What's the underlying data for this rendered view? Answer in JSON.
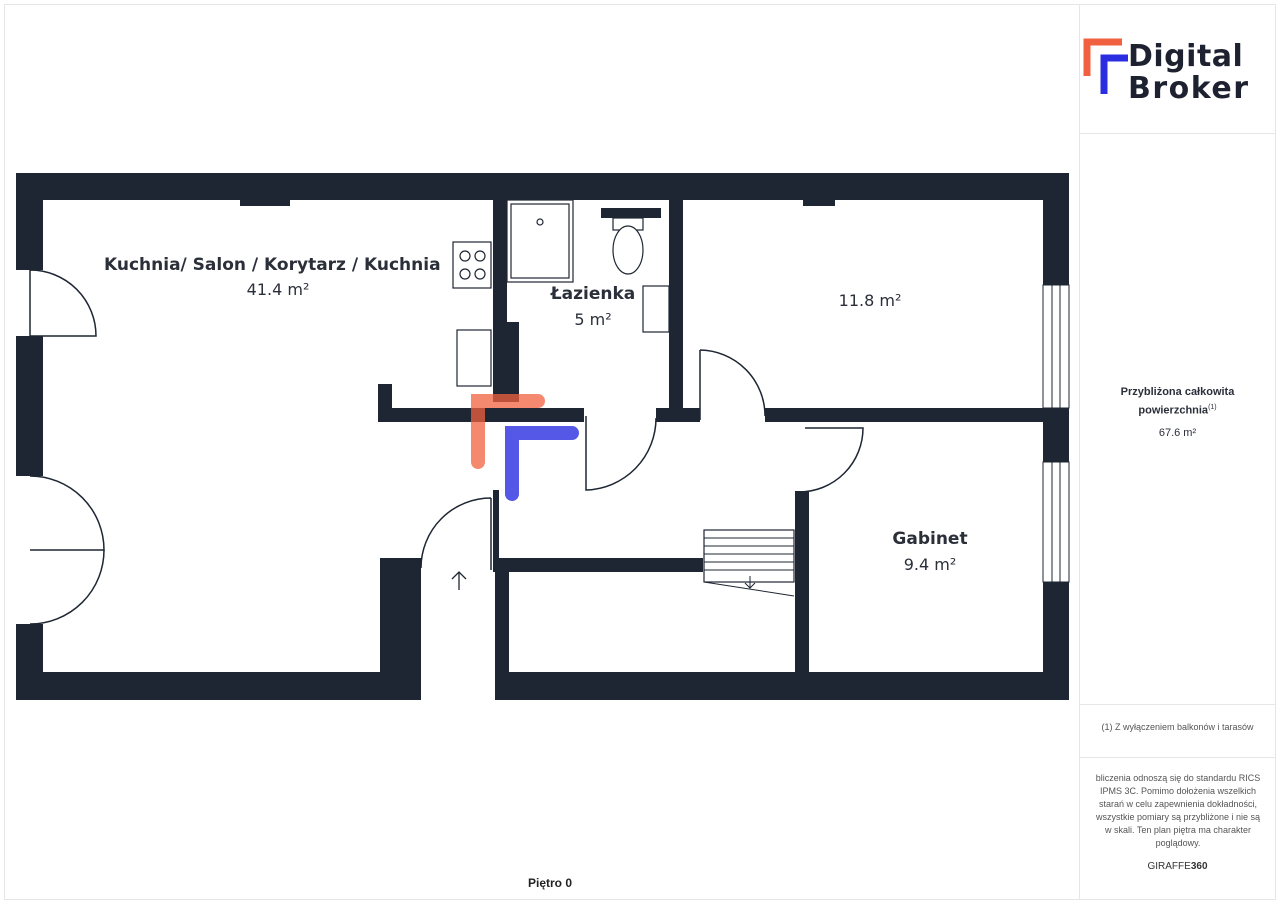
{
  "brand_logo": {
    "line1": "Digital",
    "line2": "Broker",
    "accent_orange": "#f2613f",
    "accent_blue": "#2b2ee0"
  },
  "rooms": {
    "living": {
      "name": "Kuchnia/ Salon / Korytarz / Kuchnia",
      "area": "41.4 m²"
    },
    "bathroom": {
      "name": "Łazienka",
      "area": "5 m²"
    },
    "bedroom": {
      "name": "",
      "area": "11.8 m²"
    },
    "office": {
      "name": "Gabinet",
      "area": "9.4 m²"
    }
  },
  "summary": {
    "title_line1": "Przybliżona całkowita",
    "title_line2": "powierzchnia",
    "title_sup": "(1)",
    "value": "67.6 m²"
  },
  "footnote": "(1) Z wyłączeniem balkonów i tarasów",
  "disclaimer": "bliczenia odnoszą się do standardu RICS IPMS 3C. Pomimo dołożenia wszelkich starań w celu zapewnienia dokładności, wszystkie pomiary są przybliżone i nie są w skali. Ten plan piętra ma charakter poglądowy.",
  "provider": {
    "prefix": "GIRAFFE",
    "suffix": "360"
  },
  "floor_label": "Piętro 0",
  "colors": {
    "wall": "#1e2633",
    "window_gap": "#ffffff"
  }
}
